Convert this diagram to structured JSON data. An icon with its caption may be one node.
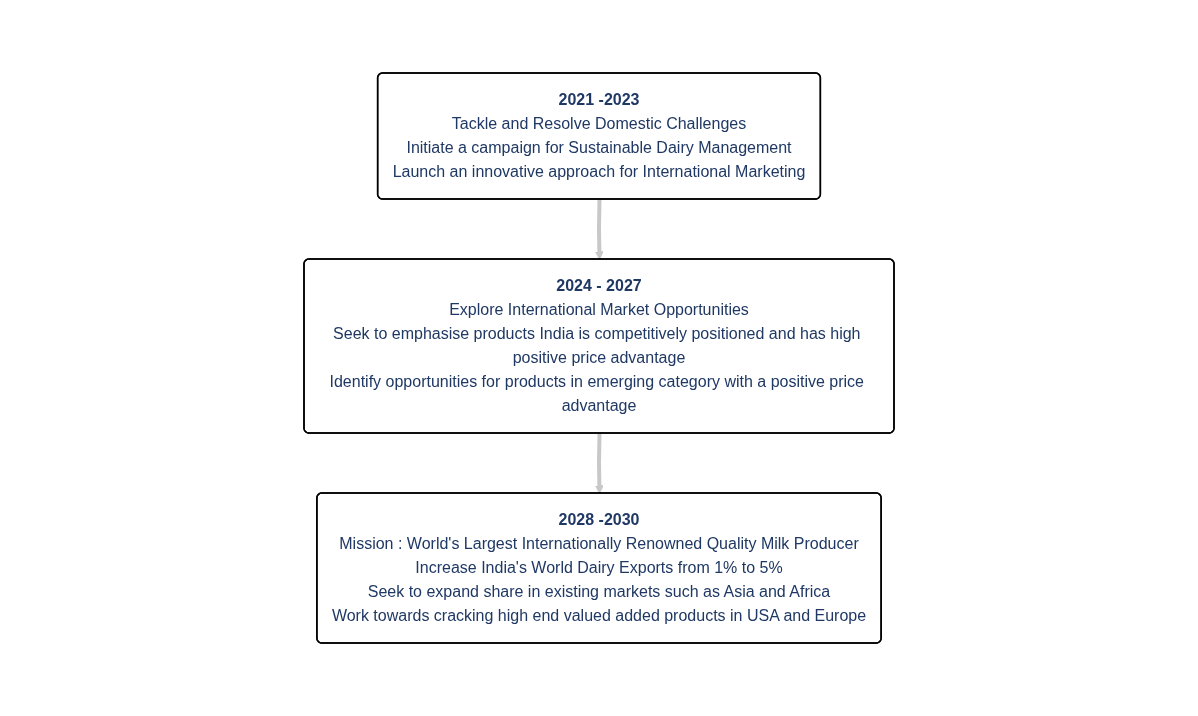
{
  "diagram": {
    "nodes": [
      {
        "text": [
          "2021 -2023",
          "Tackle and Resolve Domestic Challenges",
          "Initiate a campaign for Sustainable Dairy Management",
          "Launch an innovative approach for International Marketing"
        ]
      },
      {
        "text": [
          "2024 - 2027",
          "Explore International Market Opportunities",
          "Seek to emphasise products India is competitively positioned and has high positive price advantage",
          "Identify opportunities for products in emerging category with a positive price advantage"
        ]
      },
      {
        "text": [
          "2028 -2030",
          "Mission : World's Largest Internationally Renowned Quality Milk Producer",
          "Increase India's World Dairy Exports from 1% to 5%",
          "Seek to expand share in existing markets such as Asia and Africa",
          "Work towards cracking high end valued added products in USA and Europe"
        ]
      }
    ],
    "edges": [
      {
        "from": 0,
        "to": 1,
        "arrow": "to"
      },
      {
        "from": 1,
        "to": 2,
        "arrow": "to"
      }
    ]
  }
}
